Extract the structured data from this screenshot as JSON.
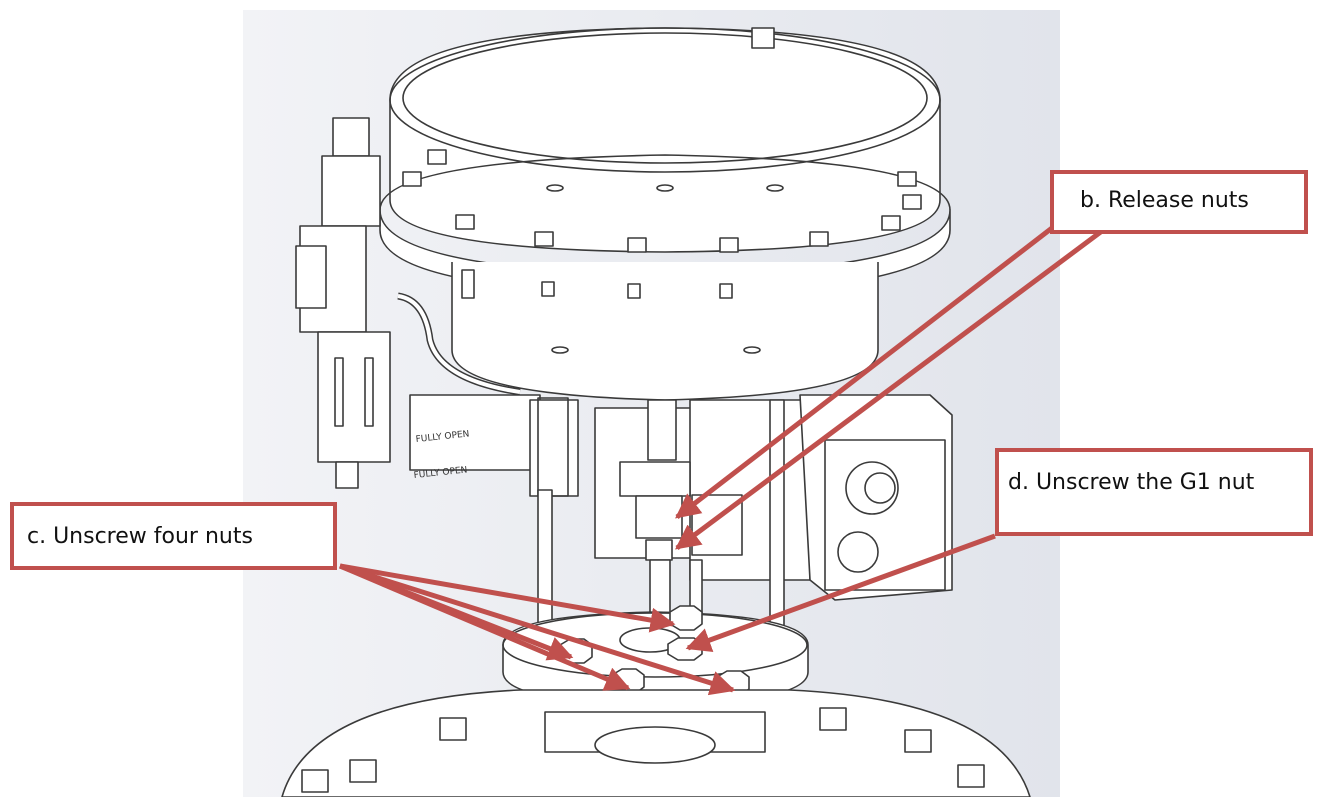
{
  "figure": {
    "background_color": "#ffffff",
    "render_bg_color": "#e6e9ef",
    "line_color": "#3a3a3a",
    "callout_color": "#c0504d",
    "callouts": {
      "release_nuts": "b. Release nuts",
      "unscrew_g1_nut": "d. Unscrew the G1 nut",
      "unscrew_four_nuts": "c. Unscrew four nuts"
    },
    "bracket_labels": [
      "FULLY OPEN",
      "FULLY OPEN"
    ]
  }
}
